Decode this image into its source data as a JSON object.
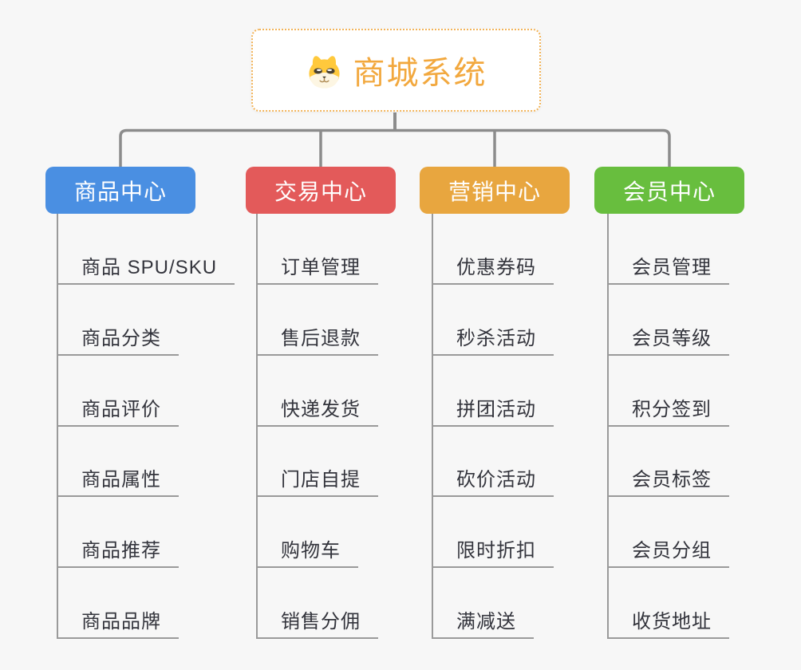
{
  "root": {
    "title": "商城系统",
    "icon": "dog-face-icon"
  },
  "branches": [
    {
      "label": "商品中心",
      "color": "#4a8fe2",
      "items": [
        "商品 SPU/SKU",
        "商品分类",
        "商品评价",
        "商品属性",
        "商品推荐",
        "商品品牌"
      ]
    },
    {
      "label": "交易中心",
      "color": "#e35a5a",
      "items": [
        "订单管理",
        "售后退款",
        "快递发货",
        "门店自提",
        "购物车",
        "销售分佣"
      ]
    },
    {
      "label": "营销中心",
      "color": "#e8a63f",
      "items": [
        "优惠券码",
        "秒杀活动",
        "拼团活动",
        "砍价活动",
        "限时折扣",
        "满减送"
      ]
    },
    {
      "label": "会员中心",
      "color": "#68be3e",
      "items": [
        "会员管理",
        "会员等级",
        "积分签到",
        "会员标签",
        "会员分组",
        "收货地址"
      ]
    }
  ],
  "colors": {
    "background": "#f7f7f7",
    "root_border": "#f2b45a",
    "root_text": "#f2a83e",
    "connector_line": "#8c8c8c",
    "leaf_line": "#9a9a9a",
    "leaf_text": "#33343c",
    "icon_gold": "#ffc93c",
    "icon_cream": "#fdf6e3"
  }
}
